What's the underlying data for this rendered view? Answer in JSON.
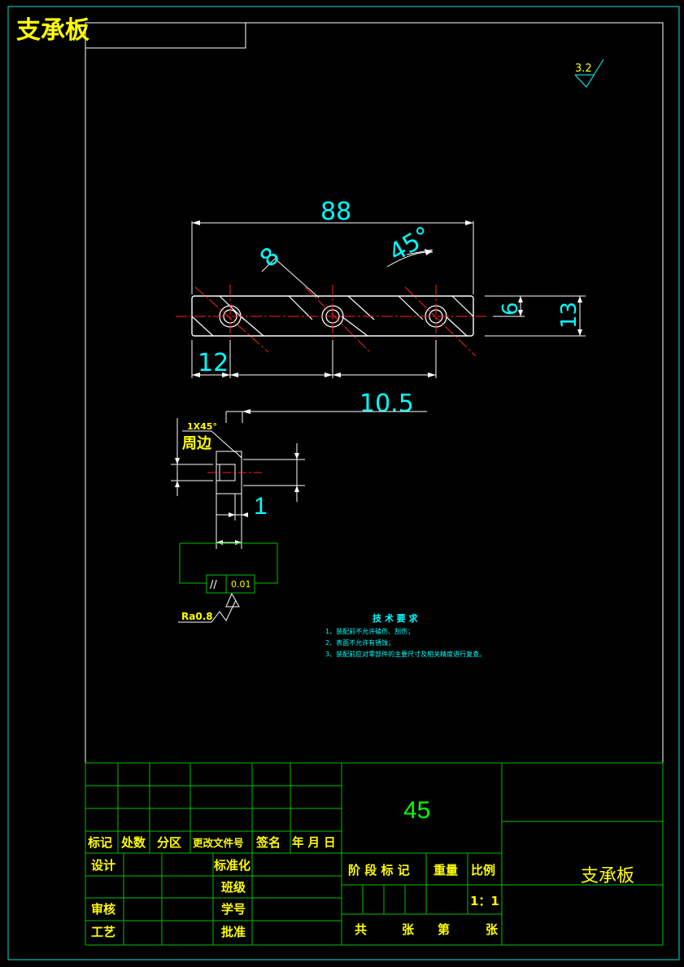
{
  "header": {
    "title": "支承板"
  },
  "surface_finish_global": "3.2",
  "dimensions": {
    "length": "88",
    "slot_width": "8",
    "angle": "45°",
    "inner_height": "6",
    "outer_height": "13",
    "edge_offset": "12",
    "pitch": "10.5",
    "chamfer": "1X45°",
    "chamfer_note": "周边",
    "thickness_small": "1"
  },
  "tolerance": {
    "symbol": "//",
    "value": "0.01"
  },
  "roughness": "Ra0.8",
  "tech_requirements": {
    "title": "技 术 要 求",
    "items": [
      "1、装配前不允许磕伤、刮伤；",
      "2、表面不允许有锈蚀；",
      "3、装配前应对零部件的主要尺寸及相关精度进行复查。"
    ]
  },
  "title_block": {
    "material": "45",
    "part_name": "支承板",
    "revision_headers": [
      "标记",
      "处数",
      "分区",
      "更改文件号",
      "签名",
      "年 月 日"
    ],
    "design": "设计",
    "standardize": "标准化",
    "class": "班级",
    "review": "审核",
    "student_no": "学号",
    "process": "工艺",
    "approve": "批准",
    "stage_mark": "阶 段 标 记",
    "weight": "重量",
    "ratio": "比例",
    "ratio_value": "1：1",
    "total": "共",
    "sheets": "张",
    "page": "第",
    "sheet": "张"
  },
  "colors": {
    "border": "#00e0e0",
    "object": "#ffffff",
    "dimension": "#00ffff",
    "centerline": "#ff2020",
    "frame": "#00c000",
    "annotation": "#ffff00"
  }
}
